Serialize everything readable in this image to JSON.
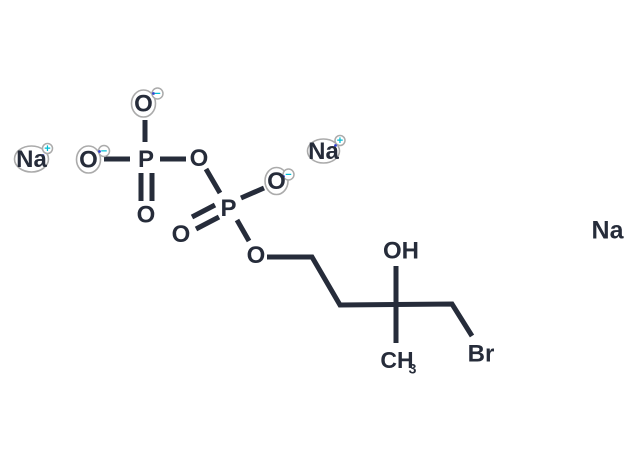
{
  "palette": {
    "line": "#262c3a",
    "charge": "#00bcd4",
    "highlight_outline": "#ababab",
    "artifact_blue": "#3040cf",
    "background": "#ffffff"
  },
  "molecule": {
    "counterions": {
      "na1": {
        "symbol": "Na",
        "charge": "+"
      },
      "na2": {
        "symbol": "Na",
        "charge": "+"
      },
      "na3": {
        "symbol": "Na",
        "charge": ""
      }
    },
    "atoms": {
      "o_top": {
        "symbol": "O",
        "charge": "−"
      },
      "o_left": {
        "symbol": "O",
        "charge": "−"
      },
      "p1": {
        "symbol": "P"
      },
      "o_bridge": {
        "symbol": "O"
      },
      "o_double_1": {
        "symbol": "O"
      },
      "p2": {
        "symbol": "P"
      },
      "o_minus": {
        "symbol": "O",
        "charge": "−"
      },
      "o_double_2": {
        "symbol": "O"
      },
      "o_ester": {
        "symbol": "O"
      },
      "hydroxyl": {
        "symbol": "OH"
      },
      "methyl": {
        "symbol": "CH",
        "subscript": "3"
      },
      "bromine": {
        "symbol": "Br"
      }
    }
  }
}
